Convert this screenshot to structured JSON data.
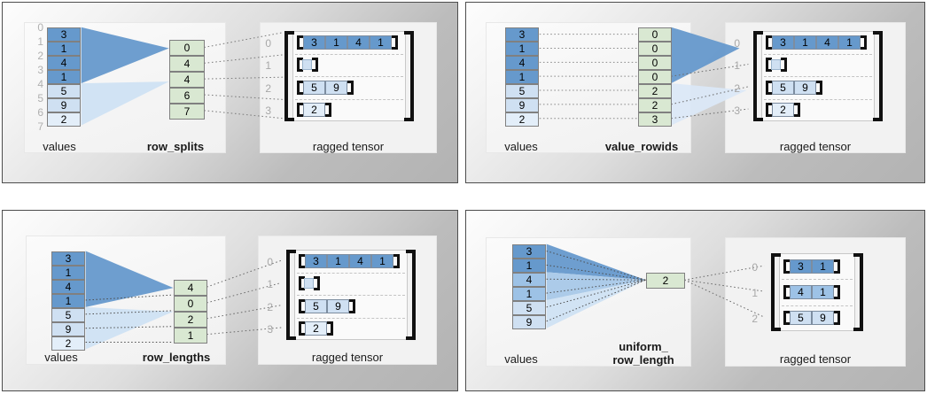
{
  "figure": {
    "title_visible": false,
    "colors": {
      "value_dark": "#6699cc",
      "value_mid": "#a8c8e8",
      "value_light": "#cfe0f2",
      "value_lighter": "#dce9f6",
      "green_cell": "#d9e8d2",
      "green_border": "#808080",
      "fan_dark": "#6699cc",
      "fan_light": "#cfe2f3",
      "index_gray": "#b0b0b0",
      "panel_border": "#4d4d4d",
      "bracket_black": "#111111"
    }
  },
  "panels": [
    {
      "id": "row-splits",
      "left_label": "values",
      "encoding_label": "row_splits",
      "encoding_label_bold": true,
      "right_label": "ragged tensor",
      "values": [
        3,
        1,
        4,
        1,
        5,
        9,
        2
      ],
      "value_indices": [
        0,
        1,
        2,
        3,
        4,
        5,
        6,
        7
      ],
      "encoding_values": [
        0,
        4,
        4,
        6,
        7
      ],
      "tensor_rows": [
        {
          "index": 0,
          "cells": [
            3,
            1,
            4,
            1
          ]
        },
        {
          "index": 1,
          "cells": []
        },
        {
          "index": 2,
          "cells": [
            5,
            9
          ]
        },
        {
          "index": 3,
          "cells": [
            2
          ]
        }
      ]
    },
    {
      "id": "value-rowids",
      "left_label": "values",
      "encoding_label": "value_rowids",
      "encoding_label_bold": true,
      "right_label": "ragged tensor",
      "values": [
        3,
        1,
        4,
        1,
        5,
        9,
        2
      ],
      "value_indices": [],
      "encoding_values": [
        0,
        0,
        0,
        0,
        2,
        2,
        3
      ],
      "tensor_rows": [
        {
          "index": 0,
          "cells": [
            3,
            1,
            4,
            1
          ]
        },
        {
          "index": 1,
          "cells": []
        },
        {
          "index": 2,
          "cells": [
            5,
            9
          ]
        },
        {
          "index": 3,
          "cells": [
            2
          ]
        }
      ]
    },
    {
      "id": "row-lengths",
      "left_label": "values",
      "encoding_label": "row_lengths",
      "encoding_label_bold": true,
      "right_label": "ragged tensor",
      "values": [
        3,
        1,
        4,
        1,
        5,
        9,
        2
      ],
      "value_indices": [],
      "encoding_values": [
        4,
        0,
        2,
        1
      ],
      "tensor_rows": [
        {
          "index": 0,
          "cells": [
            3,
            1,
            4,
            1
          ]
        },
        {
          "index": 1,
          "cells": []
        },
        {
          "index": 2,
          "cells": [
            5,
            9
          ]
        },
        {
          "index": 3,
          "cells": [
            2
          ]
        }
      ]
    },
    {
      "id": "uniform-row-length",
      "left_label": "values",
      "encoding_label": "uniform_\nrow_length",
      "encoding_label_line1": "uniform_",
      "encoding_label_line2": "row_length",
      "encoding_label_bold": true,
      "right_label": "ragged tensor",
      "values": [
        3,
        1,
        4,
        1,
        5,
        9
      ],
      "value_indices": [],
      "encoding_values": [
        2
      ],
      "tensor_rows": [
        {
          "index": 0,
          "cells": [
            3,
            1
          ]
        },
        {
          "index": 1,
          "cells": [
            4,
            1
          ]
        },
        {
          "index": 2,
          "cells": [
            5,
            9
          ]
        }
      ]
    }
  ]
}
